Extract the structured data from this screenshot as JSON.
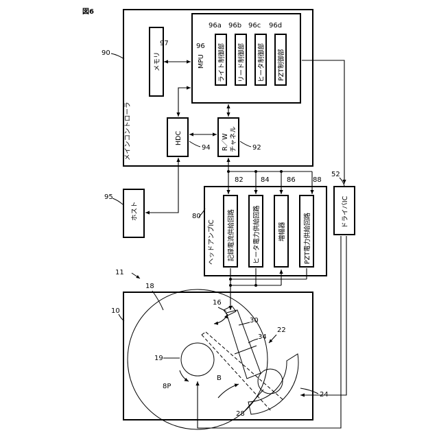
{
  "figure_label": "図6",
  "main_controller": {
    "ref": "90",
    "title": "メインコントローラ"
  },
  "memory": {
    "ref": "97",
    "label": "メモリ"
  },
  "mpu": {
    "ref": "96",
    "label": "MPU",
    "units": [
      {
        "ref": "96a",
        "label": "ライト制御部"
      },
      {
        "ref": "96b",
        "label": "リード制御部"
      },
      {
        "ref": "96c",
        "label": "ヒータ制御部"
      },
      {
        "ref": "96d",
        "label": "PZT制御部"
      }
    ]
  },
  "hdc": {
    "ref": "94",
    "label": "HDC"
  },
  "rw_channel": {
    "ref": "92",
    "label_top": "R／W",
    "label_bottom": "チャネル"
  },
  "host": {
    "ref": "95",
    "label": "ホスト"
  },
  "head_amp": {
    "ref": "80",
    "title": "ヘッドアンプIC",
    "circuits": [
      {
        "ref": "82",
        "label": "記録電流供給回路"
      },
      {
        "ref": "84",
        "label": "ヒータ電力供給回路"
      },
      {
        "ref": "86",
        "label": "増幅器"
      },
      {
        "ref": "88",
        "label": "PZT電力供給回路"
      }
    ]
  },
  "driver_ic": {
    "ref": "52",
    "label": "ドライバIC"
  },
  "disk_drive": {
    "ref_enclosure": "10",
    "ref_device": "11",
    "ref_disk": "18",
    "ref_head": "16",
    "ref_arm": "30",
    "ref_suspension": "34",
    "ref_actuator": "22",
    "ref_spindle": "19",
    "ref_vcm": "24",
    "ref_pivot": "28",
    "ref_rotation": "8P",
    "direction_label": "B"
  }
}
